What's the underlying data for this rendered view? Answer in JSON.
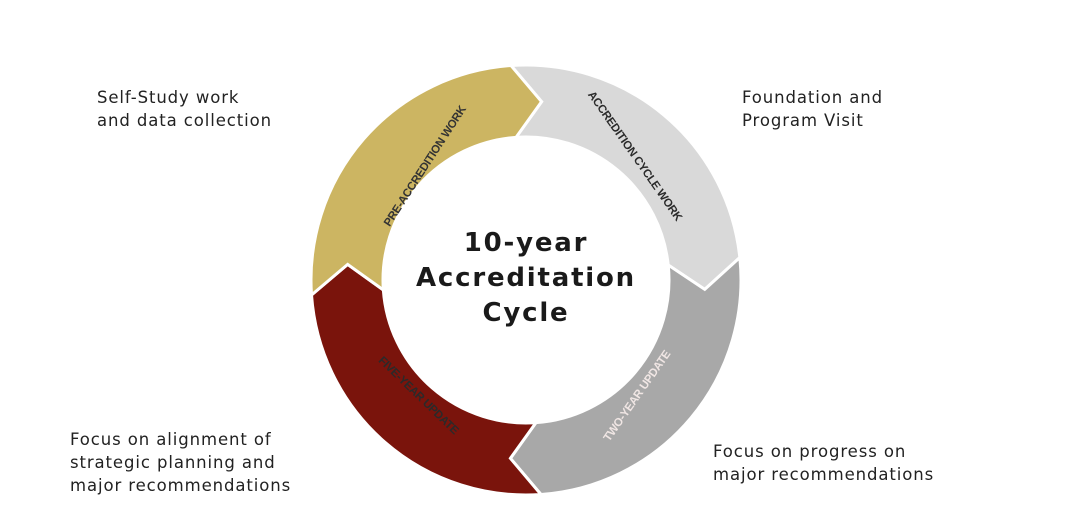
{
  "title": {
    "line1": "10-year",
    "line2": "Accreditation",
    "line3": "Cycle"
  },
  "segments": [
    {
      "label": "PRE-ACCREDITION WORK",
      "color": "#d9d9d9",
      "text_color": "#333333"
    },
    {
      "label": "ACCREDITION CYCLE WORK",
      "color": "#a8a8a8",
      "text_color": "#2a2a2a"
    },
    {
      "label": "TWO-YEAR UPDATE",
      "color": "#7a140c",
      "text_color": "#f0e6e4"
    },
    {
      "label": "FIVE-YEAR UPDATE",
      "color": "#ccb562",
      "text_color": "#2a2a2a"
    }
  ],
  "notes": {
    "top_left": [
      "Self-Study work",
      "and data collection"
    ],
    "top_right": [
      "Foundation and",
      "Program Visit"
    ],
    "bottom_left": [
      "Focus on alignment of",
      "strategic planning and",
      "major recommendations"
    ],
    "bottom_right": [
      "Focus on progress on",
      "major recommendations"
    ]
  }
}
